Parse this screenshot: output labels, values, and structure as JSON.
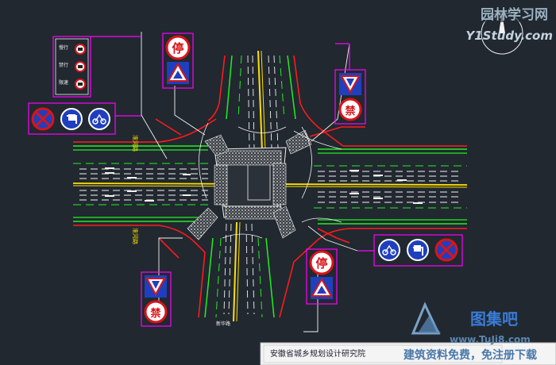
{
  "watermark_top": {
    "site_cn": "园林学习网",
    "site_url": "Y1Study.com"
  },
  "watermark_bottom": {
    "brand_cn": "图集吧",
    "url": "www.TuJi8.com",
    "slogan": "建筑资料免费，免注册下载"
  },
  "title_block": {
    "institute": "安徽省城乡规划设计研究院"
  },
  "road_labels": {
    "north_left": "淮河路",
    "south_left": "淮河路",
    "south_bottom": "新华路"
  },
  "signs": {
    "stop_char": "停",
    "no_entry_char": "禁",
    "tall_board_lines": [
      "慢行",
      "禁行",
      "限速"
    ]
  },
  "colors": {
    "background": "#212830",
    "kerb_red": "#ff1a1a",
    "lane_green": "#22ee22",
    "centre_yellow": "#ffe000",
    "marking_white": "#f2f2f2",
    "sign_frame_magenta": "#ff00ff",
    "sign_blue": "#1f3fbf",
    "watermark_blue": "#3a7bd5"
  }
}
